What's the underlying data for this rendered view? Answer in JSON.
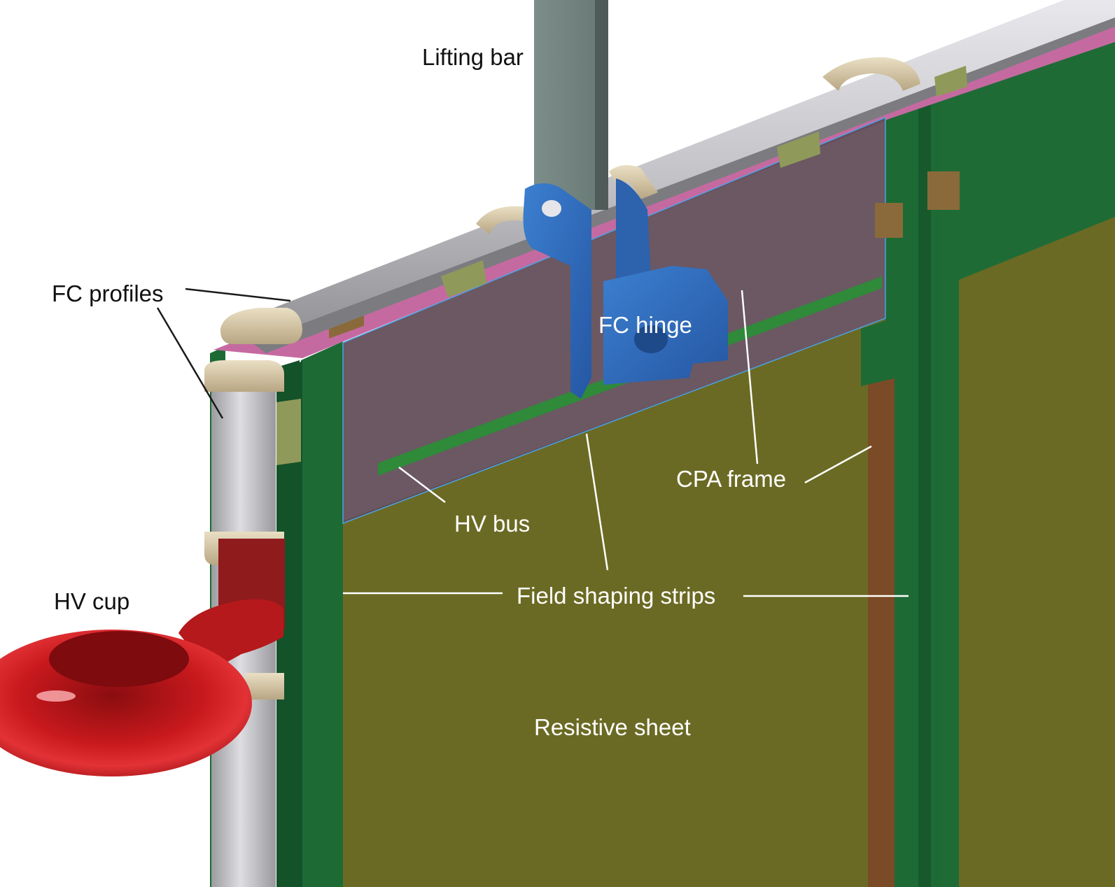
{
  "labels": {
    "lifting_bar": "Lifting bar",
    "fc_profiles": "FC profiles",
    "fc_hinge": "FC hinge",
    "cpa_frame": "CPA frame",
    "hv_bus": "HV bus",
    "hv_cup": "HV cup",
    "field_shaping_strips": "Field shaping strips",
    "resistive_sheet": "Resistive sheet"
  },
  "colors": {
    "background": "#ffffff",
    "resistive_sheet": "#6b6a24",
    "cpa_frame_green": "#1d6a35",
    "frame_dark_green": "#145229",
    "top_pink": "#c56aa0",
    "inner_panel": "#5e4a55",
    "fc_profile_grey": "#c9c9cc",
    "end_cap_beige": "#d6c7a5",
    "hinge_blue": "#2e67b8",
    "lifting_bar_grey": "#6f807c",
    "hv_cup_red": "#c0191c",
    "hv_bus_green": "#2f8a3a",
    "strip_brown": "#7b4a26",
    "leader_dark": "#1a1a1a",
    "leader_light": "#ffffff"
  }
}
